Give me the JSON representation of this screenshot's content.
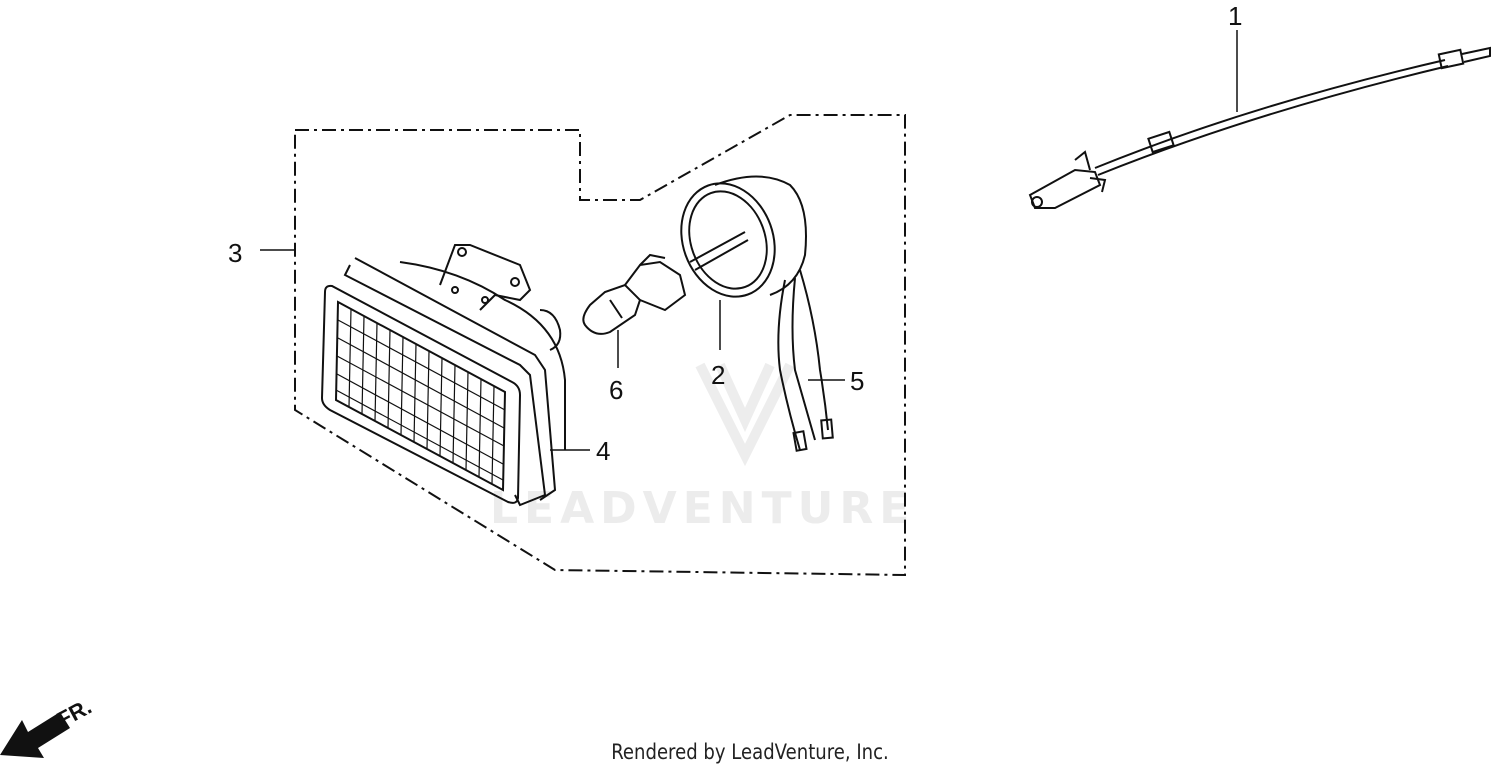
{
  "callouts": [
    {
      "id": "1",
      "label": "1"
    },
    {
      "id": "2",
      "label": "2"
    },
    {
      "id": "3",
      "label": "3"
    },
    {
      "id": "4",
      "label": "4"
    },
    {
      "id": "5",
      "label": "5"
    },
    {
      "id": "6",
      "label": "6"
    }
  ],
  "direction_label": "FR.",
  "watermark": "LEADVENTURE",
  "footer": "Rendered by LeadVenture, Inc."
}
